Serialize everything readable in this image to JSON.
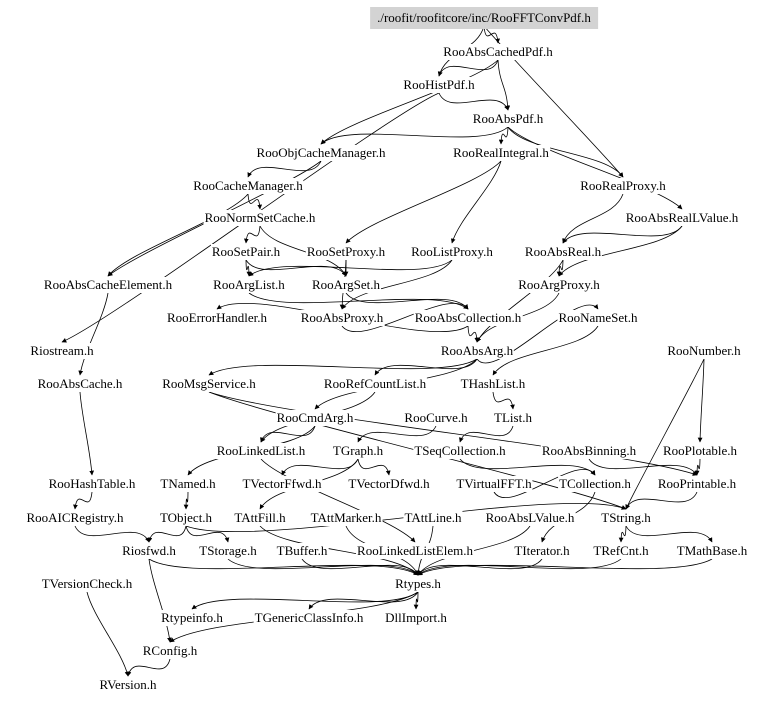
{
  "diagram": {
    "title": "./roofit/roofitcore/inc/RooFFTConvPdf.h",
    "root_fill": "#d3d3d3",
    "nodes": [
      "./roofit/roofitcore/inc/RooFFTConvPdf.h",
      "RooAbsCachedPdf.h",
      "RooHistPdf.h",
      "RooAbsPdf.h",
      "RooObjCacheManager.h",
      "RooRealIntegral.h",
      "RooCacheManager.h",
      "RooRealProxy.h",
      "RooNormSetCache.h",
      "RooAbsRealLValue.h",
      "RooSetPair.h",
      "RooSetProxy.h",
      "RooListProxy.h",
      "RooAbsReal.h",
      "RooAbsCacheElement.h",
      "RooArgList.h",
      "RooArgSet.h",
      "RooArgProxy.h",
      "RooErrorHandler.h",
      "RooAbsProxy.h",
      "RooAbsCollection.h",
      "RooNameSet.h",
      "Riostream.h",
      "RooAbsArg.h",
      "RooNumber.h",
      "RooAbsCache.h",
      "RooMsgService.h",
      "RooRefCountList.h",
      "THashList.h",
      "RooCmdArg.h",
      "RooCurve.h",
      "TList.h",
      "RooLinkedList.h",
      "TGraph.h",
      "TSeqCollection.h",
      "RooAbsBinning.h",
      "RooPlotable.h",
      "RooHashTable.h",
      "TNamed.h",
      "TVectorFfwd.h",
      "TVectorDfwd.h",
      "TVirtualFFT.h",
      "TCollection.h",
      "RooPrintable.h",
      "RooAICRegistry.h",
      "TObject.h",
      "TAttFill.h",
      "TAttMarker.h",
      "TAttLine.h",
      "RooAbsLValue.h",
      "TString.h",
      "Riosfwd.h",
      "TStorage.h",
      "TBuffer.h",
      "RooLinkedListElem.h",
      "TIterator.h",
      "TRefCnt.h",
      "TMathBase.h",
      "TVersionCheck.h",
      "Rtypes.h",
      "Rtypeinfo.h",
      "TGenericClassInfo.h",
      "DllImport.h",
      "RConfig.h",
      "RVersion.h"
    ]
  }
}
